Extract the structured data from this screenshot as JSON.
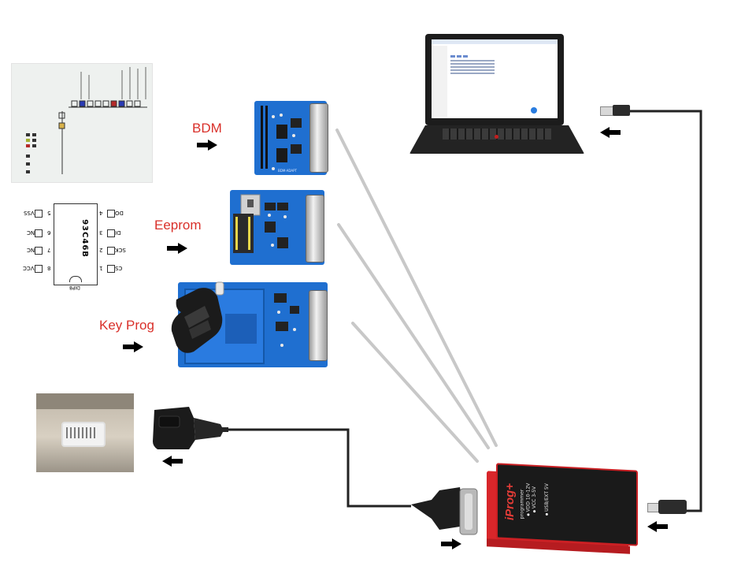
{
  "labels": {
    "bdm": "BDM",
    "eeprom": "Eeprom",
    "keyprog": "Key Prog"
  },
  "chip": {
    "part": "93C46B",
    "package": "DIP8",
    "pins_left": [
      {
        "num": "5",
        "name": "VSS"
      },
      {
        "num": "6",
        "name": "NC"
      },
      {
        "num": "7",
        "name": "NC"
      },
      {
        "num": "8",
        "name": "VCC"
      }
    ],
    "pins_right": [
      {
        "num": "4",
        "name": "DO"
      },
      {
        "num": "3",
        "name": "DI"
      },
      {
        "num": "2",
        "name": "SCK"
      },
      {
        "num": "1",
        "name": "CS"
      }
    ]
  },
  "device": {
    "brand": "iProg+",
    "subtitle": "programmer",
    "leds": [
      "VDD 10-12V",
      "VCC 3-5V",
      "USB/EXT 5V"
    ]
  },
  "colors": {
    "pcb_blue": "#1f6fd0",
    "device_red": "#d8262a",
    "device_black": "#1a1a1a",
    "label_red": "#d9302a",
    "cable_gray": "#c8c8c8"
  }
}
